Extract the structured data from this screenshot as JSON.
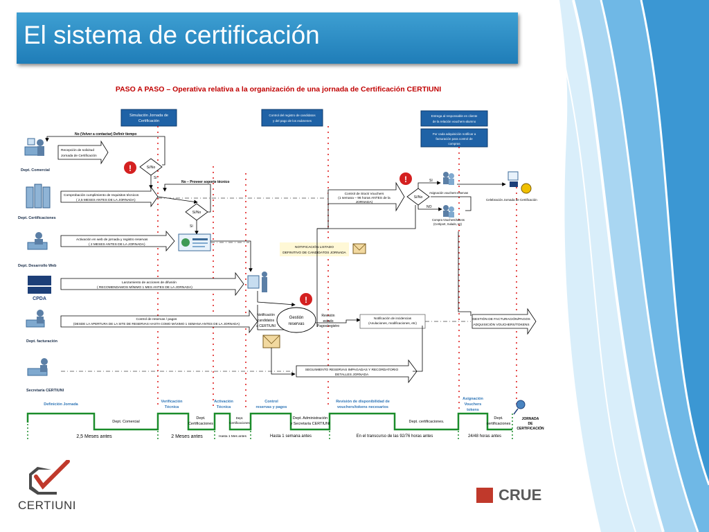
{
  "slide": {
    "title": "El  sistema de certificación"
  },
  "diagram": {
    "heading": "PASO A PASO – Operativa relativa a la organización de una jornada de Certificación CERTIUNI",
    "header_boxes": {
      "simulacion": [
        "Simulación Jornada de",
        "Certificación"
      ],
      "control_registro": [
        "Control del registro de candidatos",
        "y del pago de los exámenes"
      ],
      "entrega": [
        "Entrega al responsable en cliente",
        "de la relación vouchers-alumno"
      ],
      "por_cada": [
        "Por cada adquisición notificar a",
        "facturación para control de",
        "compras"
      ]
    },
    "lanes": {
      "comercial": "Dept. Comercial",
      "certificaciones": "Dept. Certificaciones",
      "desarrollo": "Dept. Desarrollo Web",
      "facturacion": "Dept. facturación",
      "secretaria": "Secretaría CERTIUNI"
    },
    "texts": {
      "no_volver": "No (Volver a contactar)  Definir tiempo",
      "recepcion": [
        "Recepción de solicitud",
        "Jornada de Certificación"
      ],
      "si_no_1": "Sí/No",
      "si_1": "Sí",
      "no_proveer": "No – Proveer soporte técnico",
      "comprobacion": [
        "Comprobación cumplimiento de requisitos técnicos",
        "( 2,5 MESES ANTES DE LA JORNADA)"
      ],
      "si_no_2": "Sí/No",
      "si_2": "Sí",
      "activacion": [
        "Activación en web de jornada y registro reservas",
        "( 2 MESES ANTES DE LA JORNADA)"
      ],
      "lanzamiento": [
        "Lanzamiento de acciones de difusión",
        "( RECOMENDAMOS MÍNIMO 1 MES ANTES DE LA JORNADA)"
      ],
      "control_reservas": [
        "Control de reservas / pagos",
        "(DESDE LA APERTURA DE LA SITE DE RESERVAS HASTA COMO MÁXIMO 1 SEMANA ANTES DE LA JORNADA)"
      ],
      "control_stock": [
        "Control de Stock Vouchers",
        "(1 semana – 96 horas ANTES de la",
        "JORNADA)"
      ],
      "si_no_3": "Sí/No",
      "si_3": "SI",
      "no_3": "NO",
      "asignacion": "Asignación vouchers-reservas",
      "compra": [
        "Compra Vouchers/tokens",
        "(Certiport, Sulado, IQ)"
      ],
      "celebracion": "Celebración Jornada de Certificación",
      "notificacion_listado": [
        "NOTIFICACIÓN LISTADO",
        "DEFINITIVO DE CANDIDATOS JORNADA"
      ],
      "notificacion_candidatos": [
        "Notificación",
        "candidatos",
        "a CERTIUNI"
      ],
      "gestion": [
        "Gestión",
        "reservas"
      ],
      "revision": [
        "Revisión",
        "estado",
        "Pagos/registro"
      ],
      "incidencias": [
        "Notificación de incidencias",
        "(Anulaciones, modificaciones, etc)"
      ],
      "facturacion_box": [
        "GESTIÓN DE FACTURACIÓN/PAGOS",
        "ADQUISICIÓN VOUCHERS/TOKENS"
      ],
      "seguimiento": [
        "SEGUIMIENTO RESERVAS IMPAGADAS Y RECORDATORIO",
        "DETALLES JORNADA"
      ],
      "cpda": "CPDA"
    },
    "timeline": {
      "phases": [
        [
          "Definición Jornada"
        ],
        [
          "Verificación",
          "Técnica"
        ],
        [
          "Activación",
          "Técnica"
        ],
        [
          "Control",
          "reservas y pagos"
        ],
        [
          "Revisión de disponibilidad de",
          "vouchers/tokens necesarios"
        ],
        [
          "Asignación",
          "Vouchers",
          "tokens"
        ]
      ],
      "depts": [
        [
          "Dept. Comercial"
        ],
        [
          "Dept.",
          "Certificaciones"
        ],
        [
          "Dept.",
          "Certificaciones"
        ],
        [
          "Dept. Administración",
          "y Secretaría CERTIUNI"
        ],
        [
          "Dept. certificaciones."
        ],
        [
          "Dept.",
          "certificaciones"
        ]
      ],
      "times": [
        "2,5 Meses antes",
        "2 Meses antes",
        "Hasta 1 Mes antes",
        "Hasta 1 semana antes",
        "En el transcurso de las 92/76 horas antes",
        "24/48 horas antes"
      ],
      "end_label": [
        "JORNADA",
        "DE",
        "CERTIFICACIÓN"
      ]
    }
  },
  "logos": {
    "certiuni": "CERTIUNI",
    "crue": "CRUE"
  },
  "colors": {
    "title_bar": "#2b8cc4",
    "heading_red": "#c00000",
    "header_box": "#1f62a6",
    "timeline_green": "#1a8c2a",
    "dotted_red": "#e02020",
    "phase_blue": "#2e75b6"
  }
}
